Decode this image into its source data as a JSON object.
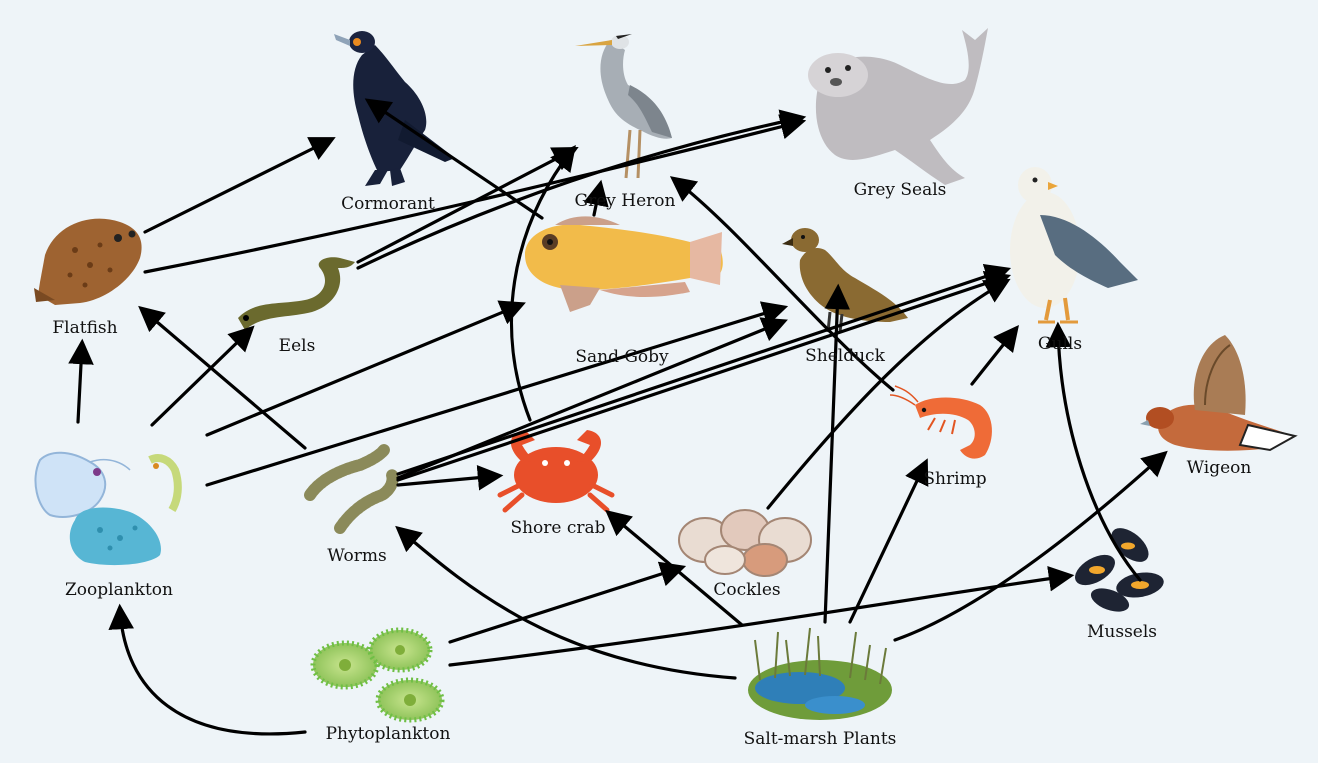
{
  "organisms": {
    "cormorant": "Cormorant",
    "grey_heron": "Grey Heron",
    "grey_seals": "Grey Seals",
    "gulls": "Gulls",
    "flatfish": "Flatfish",
    "eels": "Eels",
    "sand_goby": "Sand Goby",
    "shelduck": "Shelduck",
    "wigeon": "Wigeon",
    "shrimp": "Shrimp",
    "zooplankton": "Zooplankton",
    "worms": "Worms",
    "shore_crab": "Shore crab",
    "cockles": "Cockles",
    "mussels": "Mussels",
    "phytoplankton": "Phytoplankton",
    "salt_marsh_plants": "Salt-marsh Plants"
  },
  "colors": {
    "background": "#eef4f8",
    "arrow": "#000000"
  }
}
